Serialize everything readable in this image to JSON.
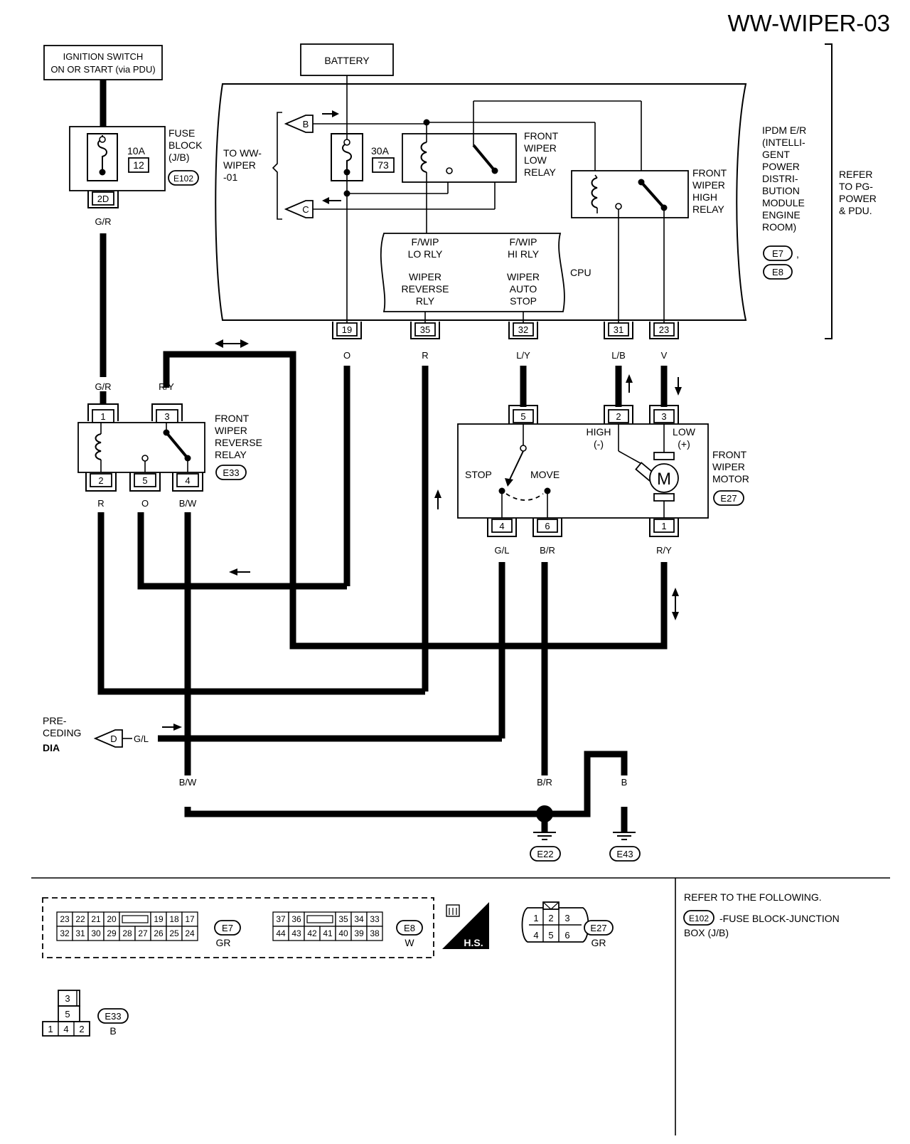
{
  "page_title": "WW-WIPER-03",
  "ignition": {
    "line1": "IGNITION SWITCH",
    "line2": "ON OR START (via PDU)"
  },
  "battery": "BATTERY",
  "fuse_block": {
    "lines": [
      "FUSE",
      "BLOCK",
      "(J/B)"
    ],
    "amps": "10A",
    "number": "12",
    "connector": "E102",
    "terminal": "2D",
    "wire": "G/R"
  },
  "ipdm_fuse": {
    "amps": "30A",
    "number": "73"
  },
  "to_wiper01": {
    "lines": [
      "TO WW-",
      "WIPER",
      "-01"
    ],
    "b": "B",
    "c": "C"
  },
  "low_relay": [
    "FRONT",
    "WIPER",
    "LOW",
    "RELAY"
  ],
  "high_relay": [
    "FRONT",
    "WIPER",
    "HIGH",
    "RELAY"
  ],
  "cpu": {
    "label": "CPU",
    "lo": [
      "F/WIP",
      "LO RLY"
    ],
    "hi": [
      "F/WIP",
      "HI RLY"
    ],
    "rev": [
      "WIPER",
      "REVERSE",
      "RLY"
    ],
    "auto": [
      "WIPER",
      "AUTO",
      "STOP"
    ]
  },
  "ipdm": {
    "lines": [
      "IPDM E/R",
      "(INTELLI-",
      "GENT",
      "POWER",
      "DISTRI-",
      "BUTION",
      "MODULE",
      "ENGINE",
      "ROOM)"
    ],
    "conn1": "E7",
    "comma": ",",
    "conn2": "E8"
  },
  "refer_pg": [
    "REFER",
    "TO PG-",
    "POWER",
    "& PDU."
  ],
  "ipdm_pins": [
    {
      "pin": "19",
      "wire": "O"
    },
    {
      "pin": "35",
      "wire": "R"
    },
    {
      "pin": "32",
      "wire": "L/Y"
    },
    {
      "pin": "31",
      "wire": "L/B"
    },
    {
      "pin": "23",
      "wire": "V"
    }
  ],
  "reverse_relay": {
    "lines": [
      "FRONT",
      "WIPER",
      "REVERSE",
      "RELAY"
    ],
    "connector": "E33",
    "top_pins": [
      {
        "pin": "1",
        "wire": "G/R"
      },
      {
        "pin": "3",
        "wire": "R/Y"
      }
    ],
    "bottom_pins": [
      {
        "pin": "2",
        "wire": "R"
      },
      {
        "pin": "5",
        "wire": "O"
      },
      {
        "pin": "4",
        "wire": "B/W"
      }
    ]
  },
  "motor": {
    "lines": [
      "FRONT",
      "WIPER",
      "MOTOR"
    ],
    "connector": "E27",
    "m": "M",
    "high": "HIGH",
    "high_sign": "(-)",
    "low": "LOW",
    "low_sign": "(+)",
    "stop": "STOP",
    "move": "MOVE",
    "top_pins": [
      "5",
      "2",
      "3"
    ],
    "bottom_pins": [
      {
        "pin": "4",
        "wire": "G/L"
      },
      {
        "pin": "6",
        "wire": "B/R"
      },
      {
        "pin": "1",
        "wire": "R/Y"
      }
    ]
  },
  "preceding": {
    "lines": [
      "PRE-",
      "CEDING"
    ],
    "dia": "DIA",
    "d": "D",
    "wire": "G/L"
  },
  "ground": {
    "bw": "B/W",
    "br": "B/R",
    "b1": "B",
    "b2": "B",
    "g1": "E22",
    "g2": "E43"
  },
  "legend": {
    "e7": {
      "row1": [
        "23",
        "22",
        "21",
        "20",
        "",
        "19",
        "18",
        "17"
      ],
      "row2": [
        "32",
        "31",
        "30",
        "29",
        "28",
        "27",
        "26",
        "25",
        "24"
      ],
      "label": "E7",
      "color": "GR"
    },
    "e8": {
      "row1": [
        "37",
        "36",
        "",
        "35",
        "34",
        "33"
      ],
      "row2": [
        "44",
        "43",
        "42",
        "41",
        "40",
        "39",
        "38"
      ],
      "label": "E8",
      "color": "W"
    },
    "hs": "H.S.",
    "e27": {
      "row1": [
        "1",
        "2",
        "3"
      ],
      "row2": [
        "4",
        "5",
        "6"
      ],
      "label": "E27",
      "color": "GR"
    },
    "e33": {
      "top": "3",
      "mid": "5",
      "bottom": [
        "1",
        "4",
        "2"
      ],
      "label": "E33",
      "color": "B"
    }
  },
  "refer": {
    "heading": "REFER TO THE FOLLOWING.",
    "conn": "E102",
    "text1": "-FUSE BLOCK-JUNCTION",
    "text2": "BOX (J/B)"
  }
}
